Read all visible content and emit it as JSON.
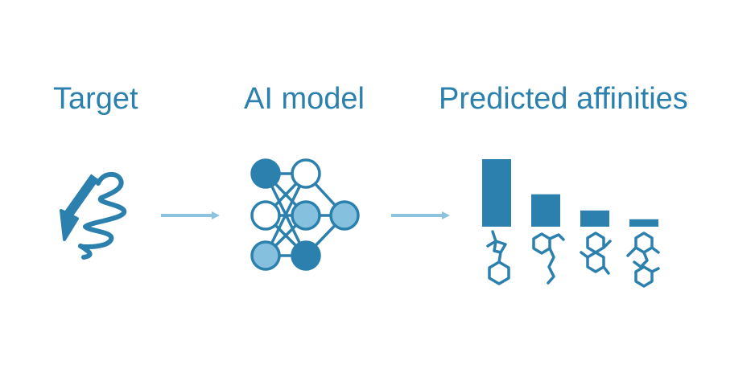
{
  "labels": {
    "target": "Target",
    "model": "AI model",
    "predicted": "Predicted affinities"
  },
  "colors": {
    "primary": "#2c80ad",
    "light": "#85c1de",
    "arrow": "#8cc3df",
    "node_empty": "#ffffff"
  },
  "icons": {
    "target": "protein-structure-icon",
    "model": "neural-network-icon",
    "molecules": [
      "molecule-icon",
      "molecule-icon",
      "molecule-icon",
      "molecule-icon"
    ]
  },
  "affinities": [
    1.0,
    0.48,
    0.24,
    0.11
  ],
  "network": {
    "nodes": [
      {
        "layer": 0,
        "fill": "primary"
      },
      {
        "layer": 0,
        "fill": "empty"
      },
      {
        "layer": 0,
        "fill": "light"
      },
      {
        "layer": 1,
        "fill": "empty"
      },
      {
        "layer": 1,
        "fill": "light"
      },
      {
        "layer": 1,
        "fill": "primary"
      },
      {
        "layer": 2,
        "fill": "light"
      }
    ]
  }
}
